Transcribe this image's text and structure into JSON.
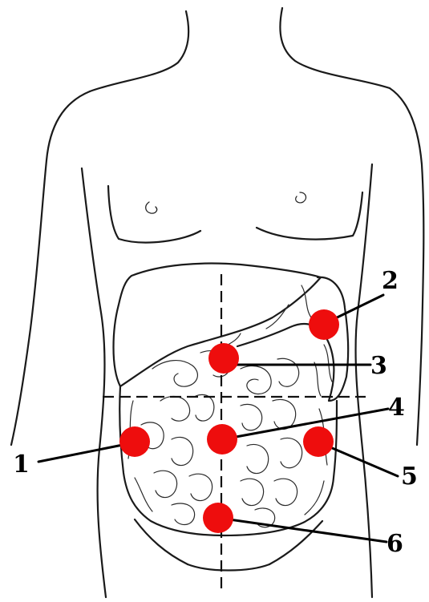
{
  "colors": {
    "marker": "#ee0d0d",
    "outline": "#1a1a1a",
    "background": "#ffffff"
  },
  "markers": [
    {
      "id": "1",
      "label": "1"
    },
    {
      "id": "2",
      "label": "2"
    },
    {
      "id": "3",
      "label": "3"
    },
    {
      "id": "4",
      "label": "4"
    },
    {
      "id": "5",
      "label": "5"
    },
    {
      "id": "6",
      "label": "6"
    }
  ]
}
